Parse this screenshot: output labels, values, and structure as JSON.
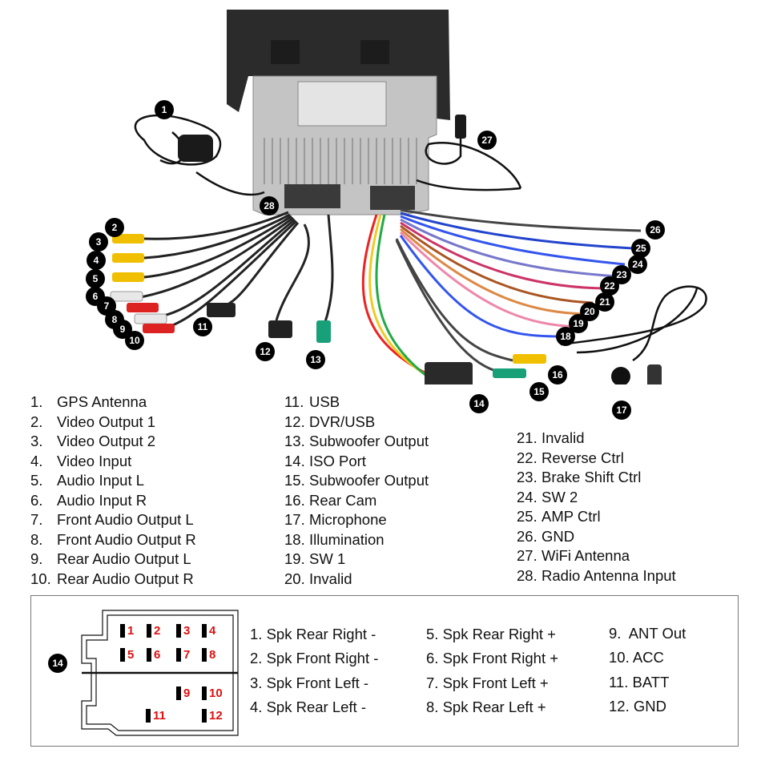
{
  "badges": [
    "1",
    "2",
    "3",
    "4",
    "5",
    "6",
    "7",
    "8",
    "9",
    "10",
    "11",
    "12",
    "13",
    "14",
    "15",
    "16",
    "17",
    "18",
    "19",
    "20",
    "21",
    "22",
    "23",
    "24",
    "25",
    "26",
    "27",
    "28"
  ],
  "legend_left": [
    {
      "num": "1.",
      "label": "GPS Antenna"
    },
    {
      "num": "2.",
      "label": "Video Output 1"
    },
    {
      "num": "3.",
      "label": "Video Output 2"
    },
    {
      "num": "4.",
      "label": "Video Input"
    },
    {
      "num": "5.",
      "label": "Audio Input L"
    },
    {
      "num": "6.",
      "label": "Audio Input R"
    },
    {
      "num": "7.",
      "label": "Front Audio Output L"
    },
    {
      "num": "8.",
      "label": "Front Audio Output R"
    },
    {
      "num": "9.",
      "label": "Rear Audio Output L"
    },
    {
      "num": "10.",
      "label": "Rear Audio Output R"
    }
  ],
  "legend_middle": [
    {
      "num": "11.",
      "label": "USB"
    },
    {
      "num": "12.",
      "label": "DVR/USB"
    },
    {
      "num": "13.",
      "label": "Subwoofer Output"
    },
    {
      "num": "14.",
      "label": "ISO Port"
    },
    {
      "num": "15.",
      "label": "Subwoofer Output"
    },
    {
      "num": "16.",
      "label": "Rear Cam"
    },
    {
      "num": "17.",
      "label": "Microphone"
    },
    {
      "num": "18.",
      "label": "Illumination"
    },
    {
      "num": "19.",
      "label": "SW 1"
    },
    {
      "num": "20.",
      "label": "Invalid"
    }
  ],
  "legend_right": [
    {
      "num": "21.",
      "label": "Invalid"
    },
    {
      "num": "22.",
      "label": "Reverse Ctrl"
    },
    {
      "num": "23.",
      "label": "Brake Shift Ctrl"
    },
    {
      "num": "24.",
      "label": "SW 2"
    },
    {
      "num": "25.",
      "label": "AMP Ctrl"
    },
    {
      "num": "26.",
      "label": "GND"
    },
    {
      "num": "27.",
      "label": "WiFi Antenna"
    },
    {
      "num": "28.",
      "label": "Radio Antenna Input"
    }
  ],
  "iso": {
    "badge": "14",
    "pins": [
      "1",
      "2",
      "3",
      "4",
      "5",
      "6",
      "7",
      "8",
      "9",
      "10",
      "11",
      "12"
    ],
    "col1": [
      "1. Spk Rear Right -",
      "2. Spk Front Right -",
      "3. Spk Front Left -",
      "4. Spk Rear Left -"
    ],
    "col2": [
      "5. Spk Rear Right +",
      "6. Spk Front Right +",
      "7. Spk Front Left +",
      "8. Spk Rear Left +"
    ],
    "col3": [
      "9.  ANT Out",
      "10. ACC",
      "11. BATT",
      "12. GND"
    ]
  },
  "colors": {
    "badge_bg": "#000000",
    "pin_number": "#dd1111",
    "unit_body": "#bdbdbd",
    "screen": "#2a2a2a"
  }
}
